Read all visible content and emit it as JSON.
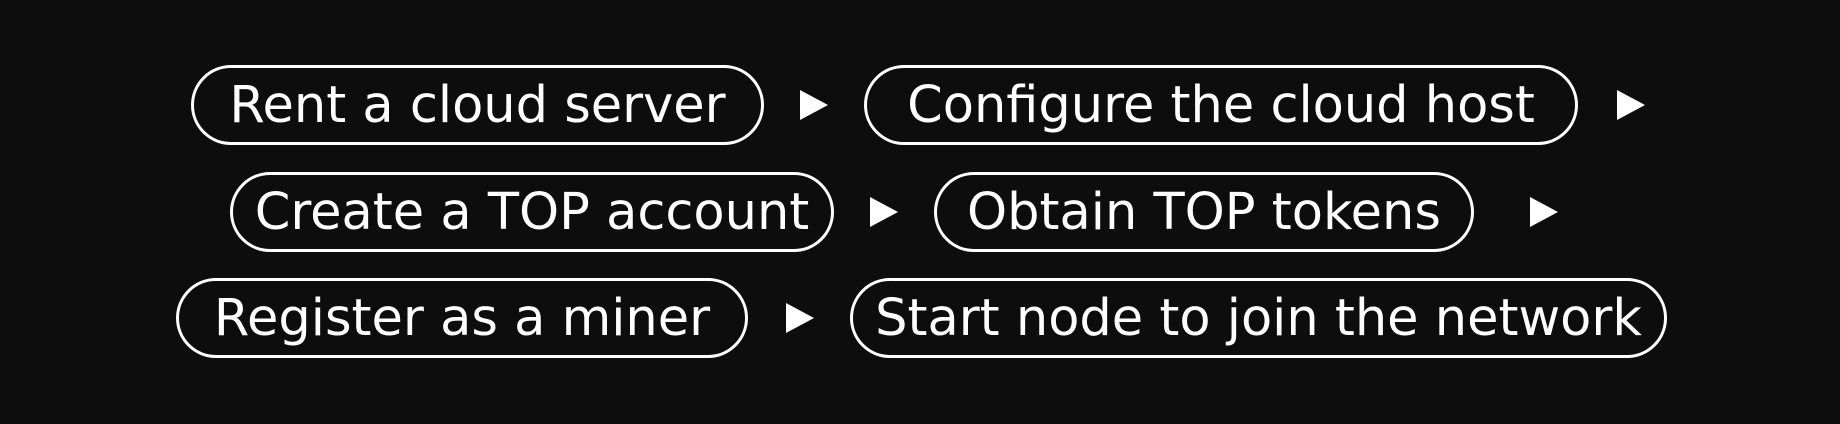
{
  "diagram": {
    "steps": [
      {
        "label": "Rent a cloud server"
      },
      {
        "label": "Configure the cloud host"
      },
      {
        "label": "Create a TOP account"
      },
      {
        "label": "Obtain TOP tokens"
      },
      {
        "label": "Register as a miner"
      },
      {
        "label": "Start node to join the network"
      }
    ],
    "colors": {
      "background": "#0d0d0d",
      "foreground": "#ffffff"
    },
    "arrow_icon": "triangle-right-icon"
  }
}
